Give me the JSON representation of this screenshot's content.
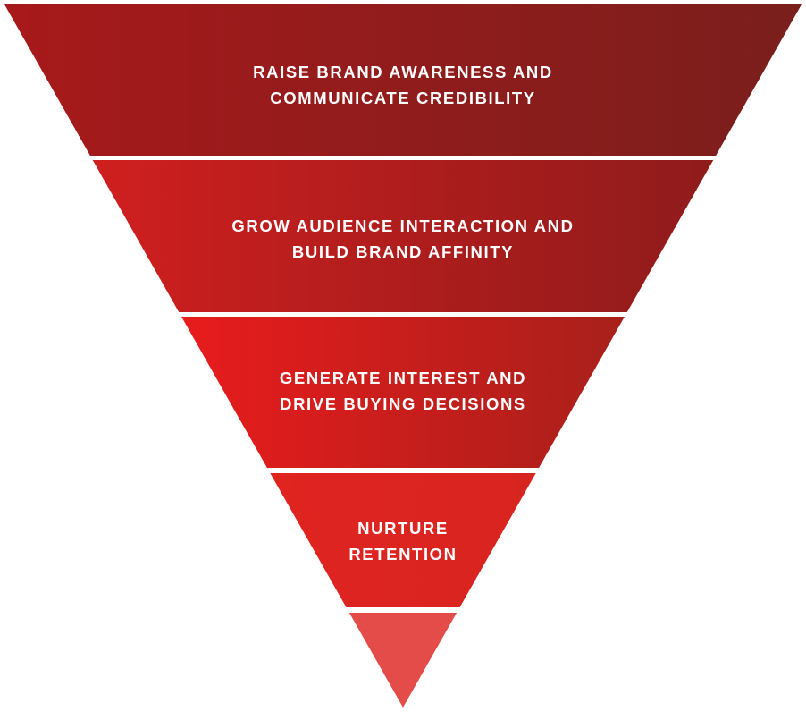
{
  "funnel": {
    "stages": [
      {
        "line1": "RAISE BRAND AWARENESS AND",
        "line2": "COMMUNICATE CREDIBILITY",
        "color_left": "#a8191b",
        "color_right": "#7a1f1c"
      },
      {
        "line1": "GROW AUDIENCE INTERACTION AND",
        "line2": "BUILD BRAND AFFINITY",
        "color_left": "#d01f1f",
        "color_right": "#8f1b1b"
      },
      {
        "line1": "GENERATE INTEREST AND",
        "line2": "DRIVE BUYING DECISIONS",
        "color_left": "#e81c1c",
        "color_right": "#a8201b"
      },
      {
        "line1": "NURTURE",
        "line2": "RETENTION",
        "color_left": "#e02420",
        "color_right": "#d8241f"
      },
      {
        "line1": "",
        "line2": "",
        "color_left": "#e44c4a",
        "color_right": "#e44c4a"
      }
    ]
  }
}
